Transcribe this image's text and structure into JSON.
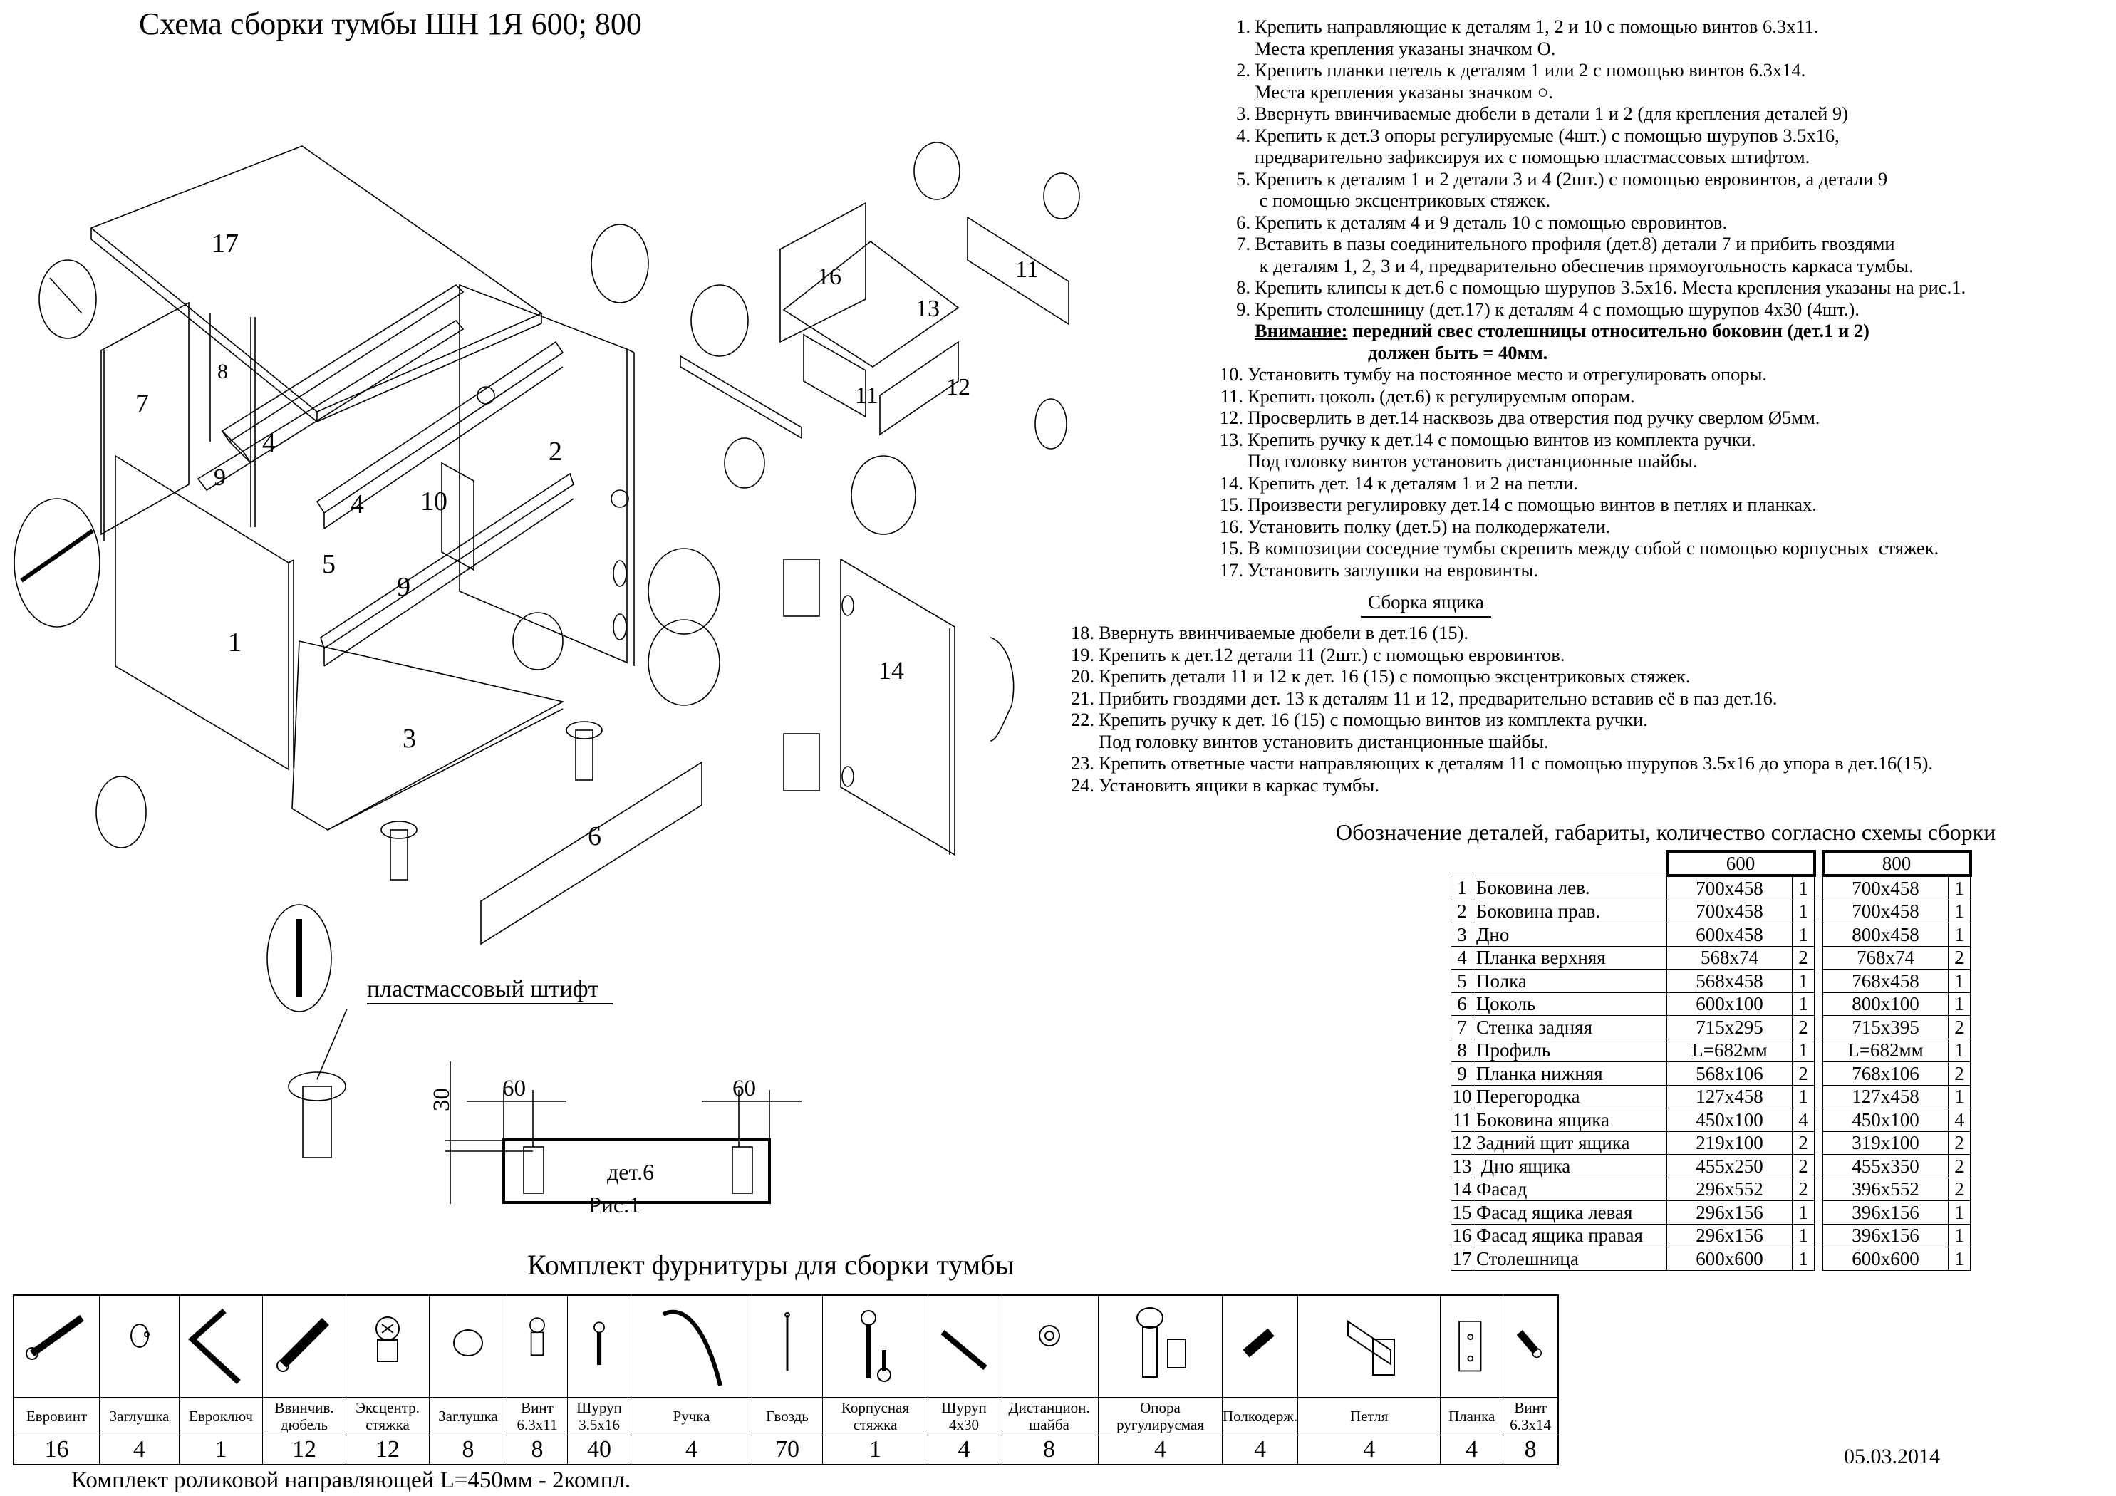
{
  "title": "Схема сборки тумбы ШН 1Я 600; 800",
  "instructions": [
    {
      "num": "1.",
      "text": "Крепить направляющие к деталям 1, 2 и 10 с помощью винтов 6.3х11."
    },
    {
      "num": "",
      "text": "Места крепления указаны значком О."
    },
    {
      "num": "2.",
      "text": "Крепить планки петель к деталям 1 или 2 с помощью винтов 6.3х14."
    },
    {
      "num": "",
      "text": "Места крепления указаны значком  ○."
    },
    {
      "num": "3.",
      "text": "Ввернуть ввинчиваемые дюбели в детали 1 и 2 (для крепления деталей 9)"
    },
    {
      "num": "4.",
      "text": "Крепить к дет.3 опоры регулируемые (4шт.) с помощью шурупов 3.5х16,"
    },
    {
      "num": "",
      "text": "предварительно зафиксируя их с помощью пластмассовых штифтом."
    },
    {
      "num": "5.",
      "text": "Крепить к деталям 1 и 2 детали 3 и 4 (2шт.) с помощью евровинтов, а детали 9"
    },
    {
      "num": "",
      "text": " с помощью эксцентриковых стяжек."
    },
    {
      "num": "6.",
      "text": "Крепить к деталям 4 и 9 деталь 10 с помощью евровинтов."
    },
    {
      "num": "7.",
      "text": "Вставить в пазы соединительного профиля (дет.8) детали 7 и прибить гвоздями"
    },
    {
      "num": "",
      "text": " к деталям 1, 2, 3 и 4, предварительно обеспечив прямоугольность каркаса тумбы."
    },
    {
      "num": "8.",
      "text": "Крепить клипсы к дет.6 с помощью шурупов 3.5х16. Места крепления указаны на рис.1."
    },
    {
      "num": "9.",
      "text": "Крепить столешницу (дет.17) к деталям 4 с помощью шурупов 4х30 (4шт.)."
    }
  ],
  "warning": {
    "label": "Внимание:",
    "text": " передний свес столешницы относительно боковин (дет.1 и 2)",
    "text2": "должен быть = 40мм."
  },
  "instructions2": [
    {
      "num": "10.",
      "text": "Установить тумбу на постоянное место и отрегулировать опоры."
    },
    {
      "num": "11.",
      "text": "Крепить цоколь (дет.6) к регулируемым опорам."
    },
    {
      "num": "12.",
      "text": "Просверлить в дет.14 насквозь два отверстия под ручку сверлом Ø5мм."
    },
    {
      "num": "13.",
      "text": "Крепить ручку к дет.14 с помощью винтов из комплекта ручки."
    },
    {
      "num": "",
      "text": "Под головку винтов установить дистанционные шайбы."
    },
    {
      "num": "14.",
      "text": "Крепить дет. 14 к деталям 1 и 2 на петли."
    },
    {
      "num": "15.",
      "text": "Произвести регулировку дет.14 с помощью винтов в петлях и планках."
    },
    {
      "num": "16.",
      "text": "Установить полку (дет.5) на полкодержатели."
    },
    {
      "num": "15.",
      "text": "В композиции соседние тумбы скрепить между собой с помощью корпусных  стяжек."
    },
    {
      "num": "17.",
      "text": "Установить заглушки на евровинты."
    }
  ],
  "drawer": {
    "title": "Сборка ящика",
    "steps": [
      {
        "num": "18.",
        "text": "Ввернуть ввинчиваемые дюбели в дет.16 (15)."
      },
      {
        "num": "19.",
        "text": "Крепить к дет.12 детали 11 (2шт.) с помощью евровинтов."
      },
      {
        "num": "20.",
        "text": "Крепить детали 11 и 12 к дет. 16 (15) с помощью эксцентриковых стяжек."
      },
      {
        "num": "21.",
        "text": "Прибить гвоздями дет. 13 к деталям 11 и 12, предварительно вставив её в паз дет.16."
      },
      {
        "num": "22.",
        "text": "Крепить ручку к дет. 16 (15) с помощью винтов из комплекта ручки."
      },
      {
        "num": "",
        "text": "Под головку винтов установить дистанционные шайбы."
      },
      {
        "num": "23.",
        "text": "Крепить ответные части направляющих к деталям 11 с помощью шурупов 3.5х16 до упора в дет.16(15)."
      },
      {
        "num": "24.",
        "text": "Установить ящики в каркас тумбы."
      }
    ]
  },
  "parts_table": {
    "title": "Обозначение деталей, габариты, количество согласно схемы сборки",
    "headers": [
      "600",
      "800"
    ],
    "rows": [
      {
        "n": "1",
        "name": "Боковина лев.",
        "d600": "700х458",
        "q600": "1",
        "d800": "700х458",
        "q800": "1"
      },
      {
        "n": "2",
        "name": "Боковина прав.",
        "d600": "700х458",
        "q600": "1",
        "d800": "700х458",
        "q800": "1"
      },
      {
        "n": "3",
        "name": "Дно",
        "d600": "600х458",
        "q600": "1",
        "d800": "800х458",
        "q800": "1"
      },
      {
        "n": "4",
        "name": "Планка верхняя",
        "d600": "568х74",
        "q600": "2",
        "d800": "768х74",
        "q800": "2"
      },
      {
        "n": "5",
        "name": "Полка",
        "d600": "568х458",
        "q600": "1",
        "d800": "768х458",
        "q800": "1"
      },
      {
        "n": "6",
        "name": "Цоколь",
        "d600": "600х100",
        "q600": "1",
        "d800": "800х100",
        "q800": "1"
      },
      {
        "n": "7",
        "name": "Стенка задняя",
        "d600": "715х295",
        "q600": "2",
        "d800": "715х395",
        "q800": "2"
      },
      {
        "n": "8",
        "name": "Профиль",
        "d600": "L=682мм",
        "q600": "1",
        "d800": "L=682мм",
        "q800": "1"
      },
      {
        "n": "9",
        "name": "Планка нижняя",
        "d600": "568х106",
        "q600": "2",
        "d800": "768х106",
        "q800": "2"
      },
      {
        "n": "10",
        "name": "Перегородка",
        "d600": "127х458",
        "q600": "1",
        "d800": "127х458",
        "q800": "1"
      },
      {
        "n": "11",
        "name": "Боковина ящика",
        "d600": "450х100",
        "q600": "4",
        "d800": "450х100",
        "q800": "4"
      },
      {
        "n": "12",
        "name": "Задний щит ящика",
        "d600": "219х100",
        "q600": "2",
        "d800": "319х100",
        "q800": "2"
      },
      {
        "n": "13",
        "name": " Дно ящика",
        "d600": "455х250",
        "q600": "2",
        "d800": "455х350",
        "q800": "2"
      },
      {
        "n": "14",
        "name": "Фасад",
        "d600": "296х552",
        "q600": "2",
        "d800": "396х552",
        "q800": "2"
      },
      {
        "n": "15",
        "name": "Фасад ящика левая",
        "d600": "296х156",
        "q600": "1",
        "d800": "396х156",
        "q800": "1"
      },
      {
        "n": "16",
        "name": "Фасад ящика правая",
        "d600": "296х156",
        "q600": "1",
        "d800": "396х156",
        "q800": "1"
      },
      {
        "n": "17",
        "name": "Столешница",
        "d600": "600х600",
        "q600": "1",
        "d800": "600х600",
        "q800": "1"
      }
    ]
  },
  "hardware": {
    "title": "Комплект фурнитуры для сборки тумбы",
    "items": [
      {
        "icon": "euro-screw-icon",
        "label": "Евровинт",
        "label2": "",
        "count": "16"
      },
      {
        "icon": "cap-icon",
        "label": "Заглушка",
        "label2": "",
        "count": "4"
      },
      {
        "icon": "hex-key-icon",
        "label": "Евроключ",
        "label2": "",
        "count": "1"
      },
      {
        "icon": "dowel-icon",
        "label": "Ввинчив.",
        "label2": "дюбель",
        "count": "12"
      },
      {
        "icon": "cam-lock-icon",
        "label": "Эксцентр.",
        "label2": "стяжка",
        "count": "12"
      },
      {
        "icon": "round-cap-icon",
        "label": "Заглушка",
        "label2": "",
        "count": "8"
      },
      {
        "icon": "screw-6x11-icon",
        "label": "Винт",
        "label2": "6.3х11",
        "count": "8"
      },
      {
        "icon": "wood-screw-icon",
        "label": "Шуруп",
        "label2": "3.5х16",
        "count": "40"
      },
      {
        "icon": "handle-icon",
        "label": "Ручка",
        "label2": "",
        "count": "4"
      },
      {
        "icon": "nail-icon",
        "label": "Гвоздь",
        "label2": "",
        "count": "70"
      },
      {
        "icon": "connector-bolt-icon",
        "label": "Корпусная",
        "label2": "стяжка",
        "count": "1"
      },
      {
        "icon": "screw-4x30-icon",
        "label": "Шуруп",
        "label2": "4х30",
        "count": "4"
      },
      {
        "icon": "washer-icon",
        "label": "Дистанцион.",
        "label2": "шайба",
        "count": "8"
      },
      {
        "icon": "adjustable-leg-icon",
        "label": "Опора",
        "label2": "ругулирусмая",
        "count": "4"
      },
      {
        "icon": "shelf-pin-icon",
        "label": "Полкодерж.",
        "label2": "",
        "count": "4"
      },
      {
        "icon": "hinge-icon",
        "label": "Петля",
        "label2": "",
        "count": "4"
      },
      {
        "icon": "mounting-plate-icon",
        "label": "Планка",
        "label2": "",
        "count": "4"
      },
      {
        "icon": "screw-6x14-icon",
        "label": "Винт",
        "label2": "6.3х14",
        "count": "8"
      }
    ]
  },
  "rail_note": "Комплект роликовой направляющей L=450мм - 2компл.",
  "date": "05.03.2014",
  "figure": {
    "pin_label": "пластмассовый штифт",
    "caption": "Рис.1",
    "part_label": "дет.6",
    "dim_left": "60",
    "dim_right": "60",
    "dim_vertical": "30"
  },
  "diagram_labels": {
    "p17": "17",
    "p7": "7",
    "p8": "8",
    "p4a": "4",
    "p4b": "4",
    "p9a": "9",
    "p9b": "9",
    "p10": "10",
    "p2": "2",
    "p5": "5",
    "p1": "1",
    "p3": "3",
    "p6": "6",
    "p16": "16",
    "p13": "13",
    "p11a": "11",
    "p11b": "11",
    "p12": "12",
    "p14": "14"
  }
}
